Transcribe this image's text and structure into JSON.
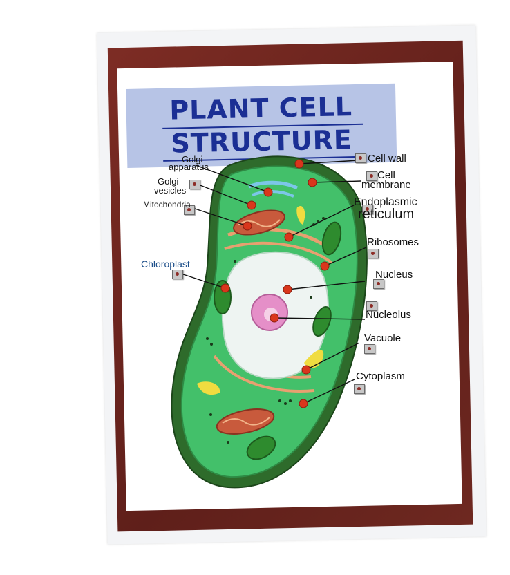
{
  "title": {
    "line1": "PLANT CELL",
    "line2": "STRUCTURE"
  },
  "labels": {
    "cell_wall": "Cell wall",
    "cell_membrane_1": "Cell",
    "cell_membrane_2": "membrane",
    "er_1": "Endoplasmic",
    "er_2": "reticulum",
    "ribosomes": "Ribosomes",
    "nucleus": "Nucleus",
    "nucleolus": "Nucleolus",
    "vacuole": "Vacuole",
    "cytoplasm": "Cytoplasm",
    "golgi_apparatus_1": "Golgi",
    "golgi_apparatus_2": "apparatus",
    "golgi_vesicles_1": "Golgi",
    "golgi_vesicles_2": "vesicles",
    "mitochondria": "Mitochondria",
    "chloroplast": "Chloroplast"
  },
  "colors": {
    "frame": "#6e2820",
    "title_bg": "#b7c4e6",
    "title_text": "#1b2f94",
    "cell_wall": "#2e6b2b",
    "cytoplasm": "#43c06a",
    "vacuole": "#eef4f2",
    "nucleus": "#e58fc8",
    "pin": "#d9361c"
  }
}
